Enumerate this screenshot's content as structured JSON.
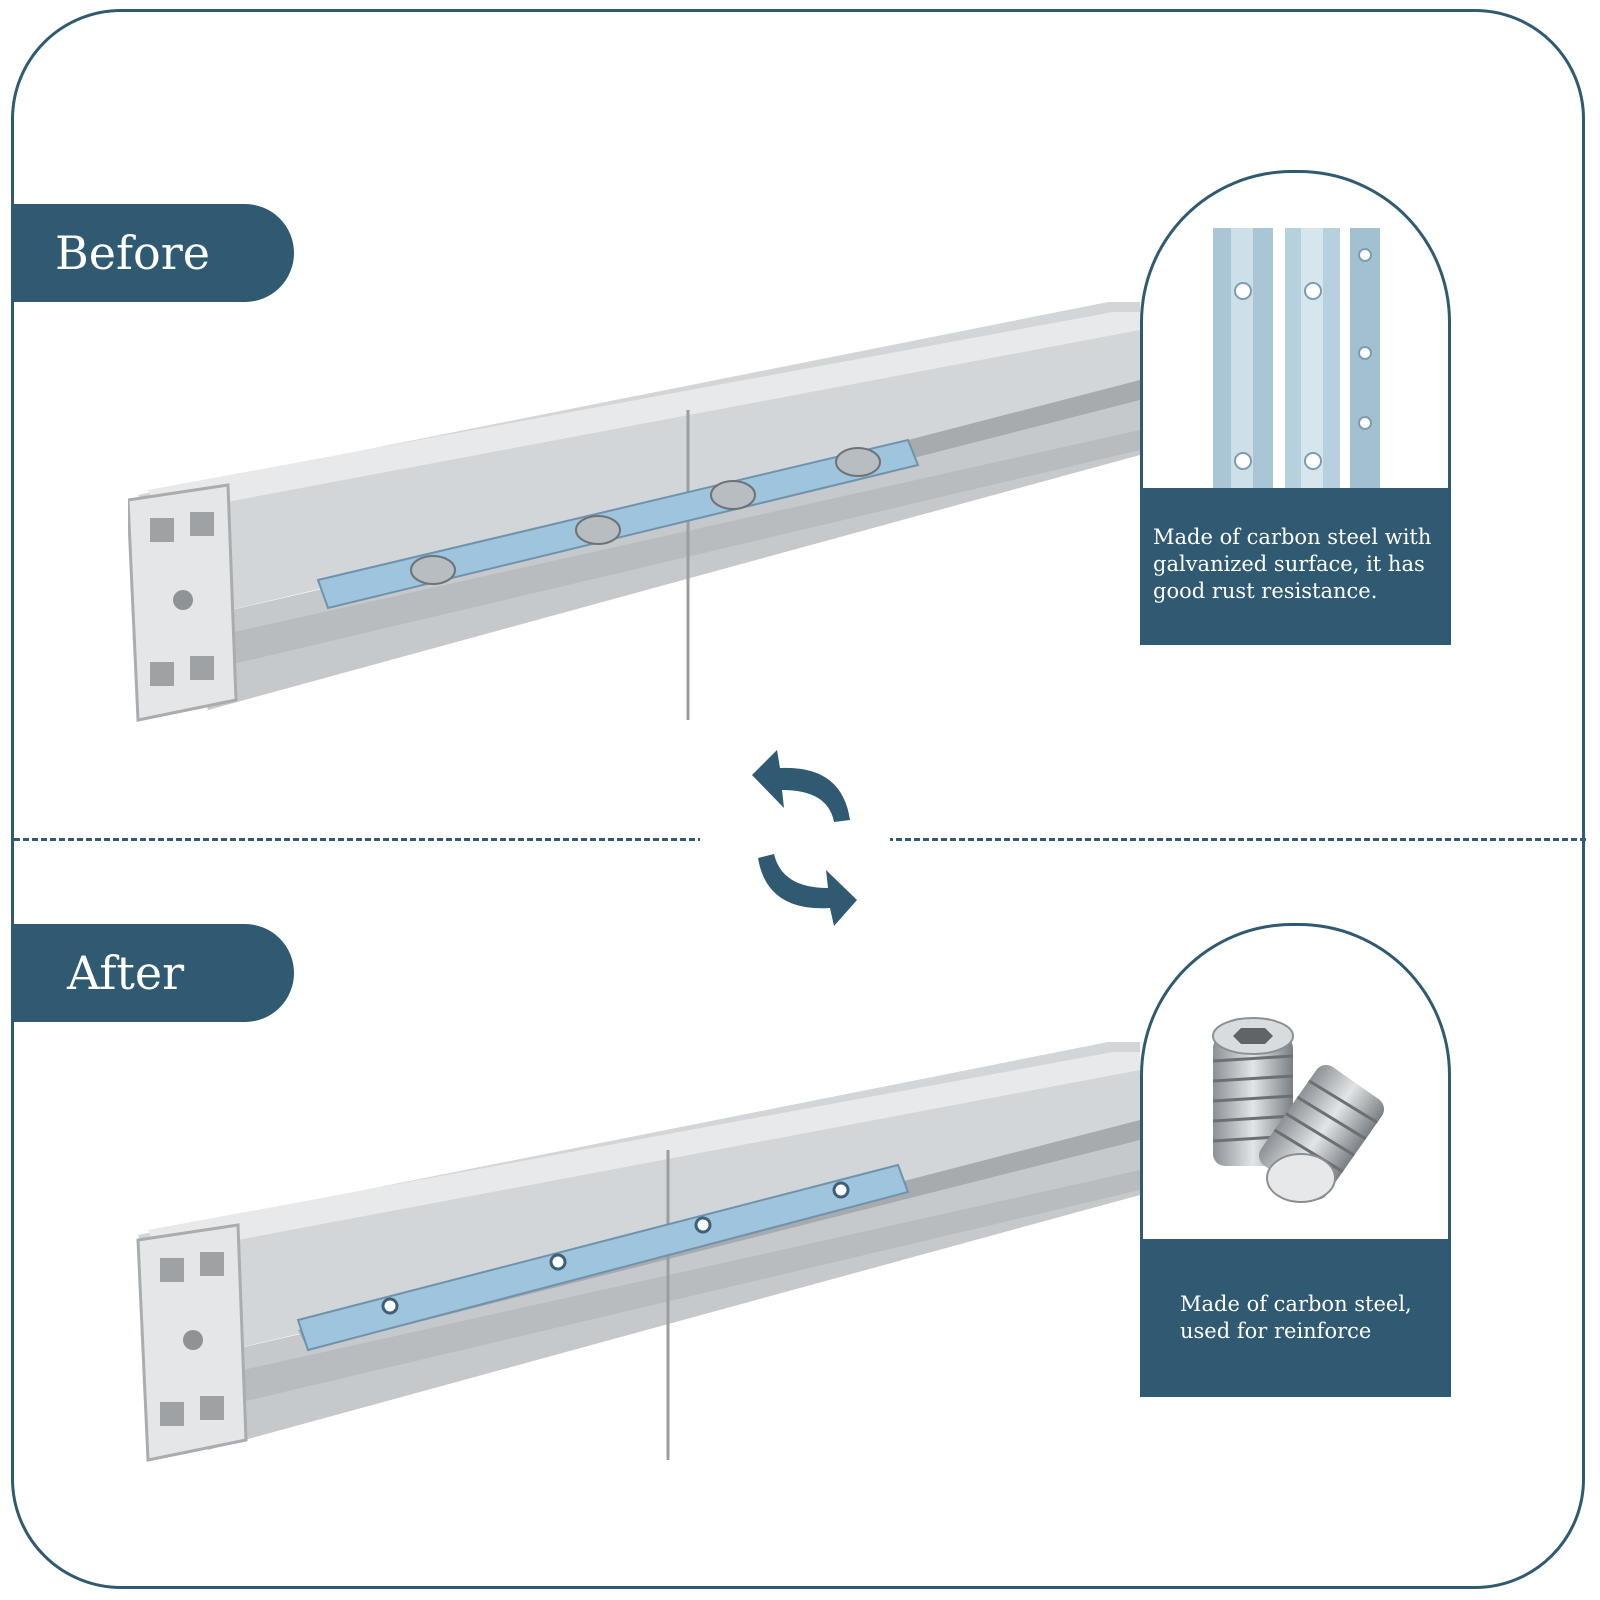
{
  "before": {
    "tab_label": "Before",
    "caption": "Made of carbon steel with galvanized surface, it has good rust resistance."
  },
  "after": {
    "tab_label": "After",
    "caption": "Made of carbon steel, used for reinforce"
  },
  "icons": {
    "cycle": "refresh-arrows-icon"
  },
  "colors": {
    "accent": "#2f5a72",
    "aluminum": "#cfd2d4",
    "steel_plate": "#9fc4dd"
  }
}
